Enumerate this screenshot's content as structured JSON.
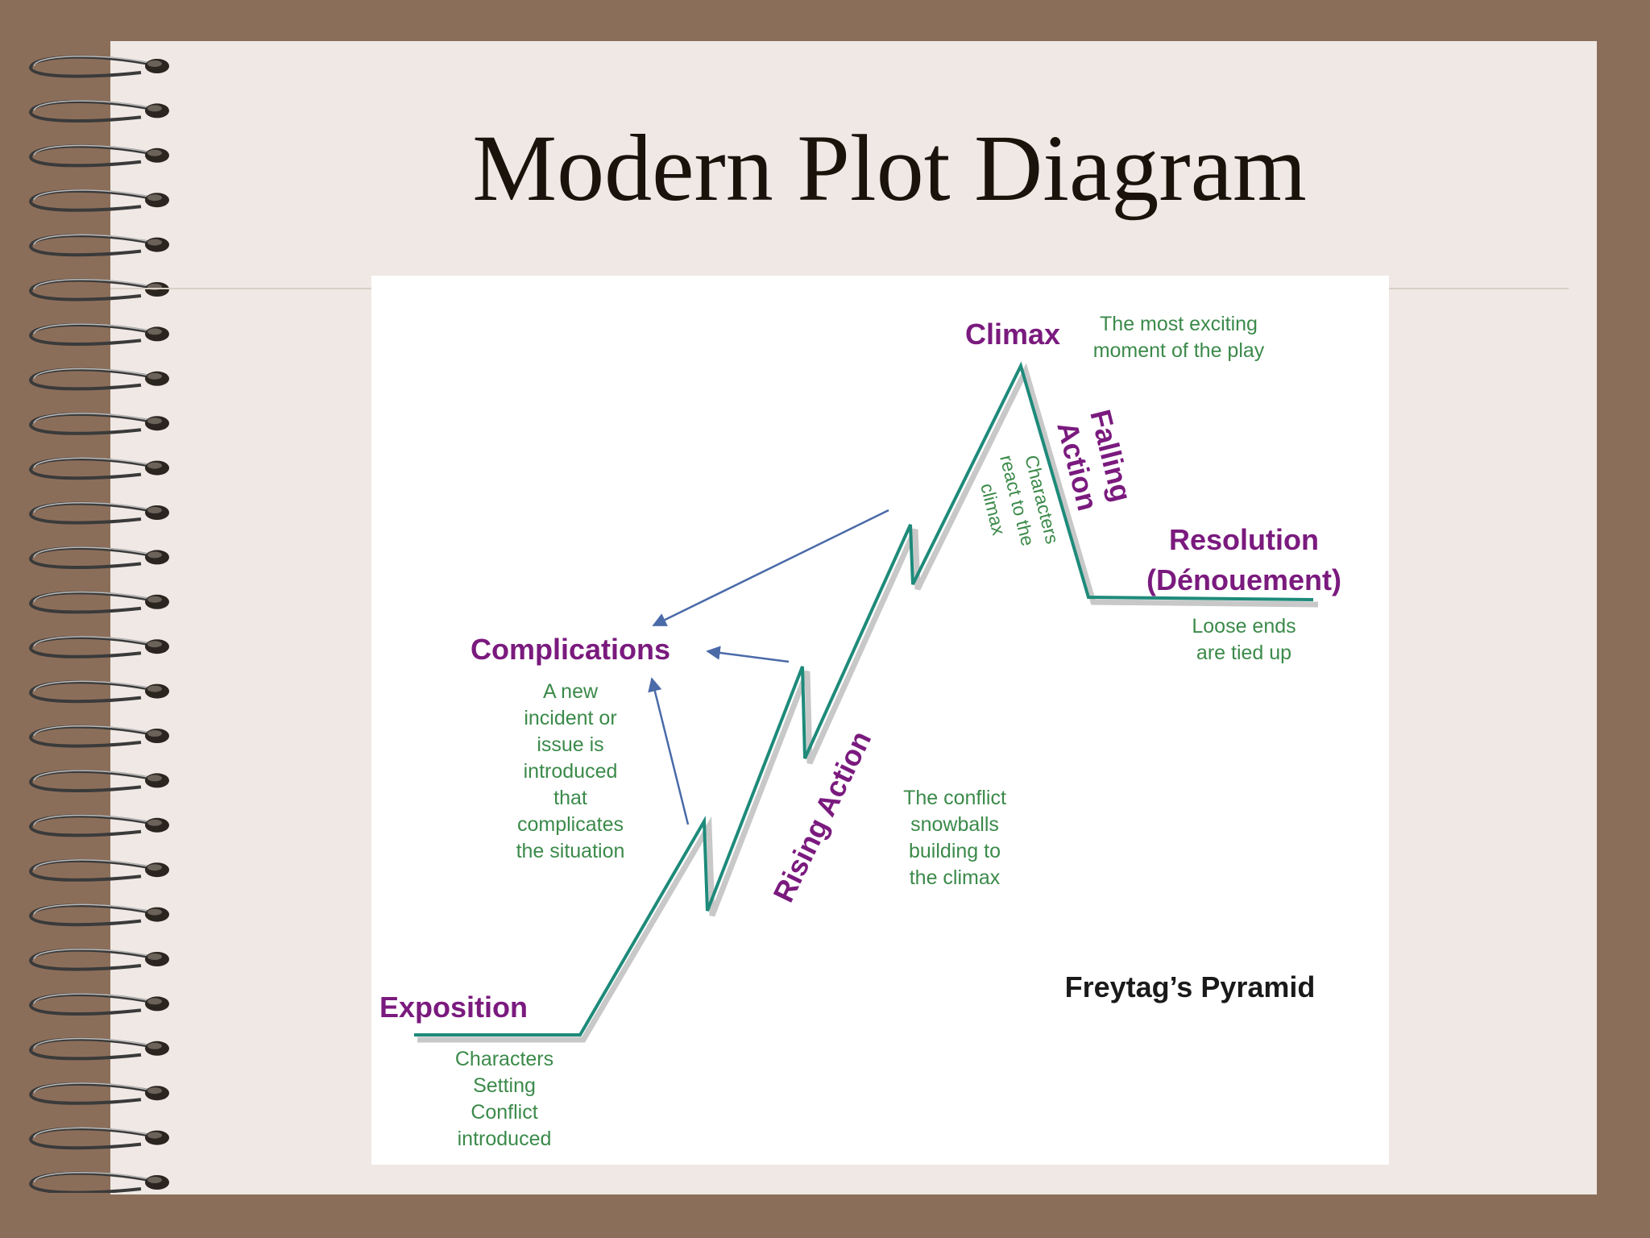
{
  "slide": {
    "title": "Modern Plot Diagram"
  },
  "diagram": {
    "caption": "Freytag’s Pyramid",
    "colors": {
      "line": "#1e8a7a",
      "label": "#7a1a7e",
      "description": "#3b8a4a",
      "arrow": "#4a6aa8"
    },
    "exposition": {
      "label": "Exposition",
      "description": [
        "Characters",
        "Setting",
        "Conflict",
        "introduced"
      ]
    },
    "complications": {
      "label": "Complications",
      "description": [
        "A new",
        "incident or",
        "issue is",
        "introduced",
        "that",
        "complicates",
        "the situation"
      ]
    },
    "rising_action": {
      "label": "Rising Action",
      "description": [
        "The conflict",
        "snowballs",
        "building to",
        "the climax"
      ]
    },
    "climax": {
      "label": "Climax",
      "description": [
        "The most exciting",
        "moment of the play"
      ]
    },
    "falling_action": {
      "label": [
        "Falling",
        "Action"
      ],
      "description": [
        "Characters",
        "react to the",
        "climax"
      ]
    },
    "resolution": {
      "label": [
        "Resolution",
        "(Dénouement)"
      ],
      "description": [
        "Loose ends",
        "are tied up"
      ]
    }
  }
}
